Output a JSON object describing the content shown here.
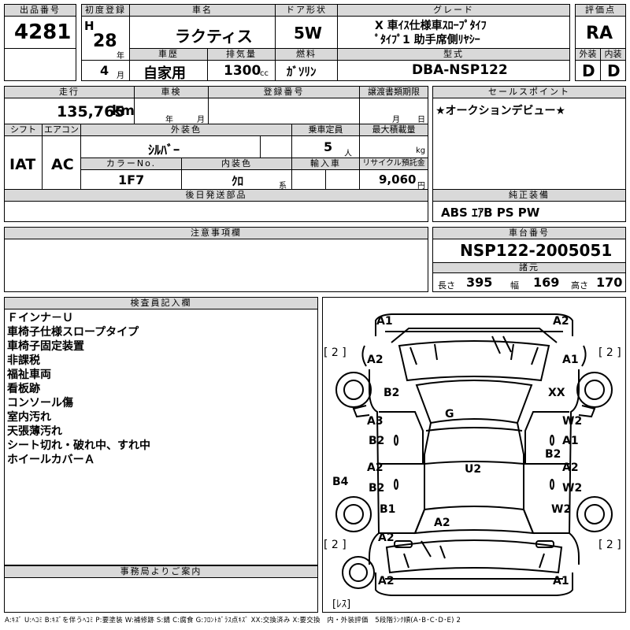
{
  "lot": {
    "label": "出品番号",
    "value": "4281"
  },
  "first_reg": {
    "label": "初度登録",
    "era": "H",
    "year": "28",
    "year_unit": "年",
    "month": "4",
    "month_unit": "月"
  },
  "car_name": {
    "label": "車名",
    "value": "ラクティス"
  },
  "doors": {
    "label": "ドア形状",
    "value": "5W"
  },
  "grade": {
    "label": "グレード",
    "line1": "X 車ｲｽ仕様車ｽﾛｰﾌﾟﾀｲﾌ",
    "line2": "ﾟﾀｲﾌﾟ1 助手席側ﾘﾔｼｰ"
  },
  "score": {
    "label": "評価点",
    "value": "RA"
  },
  "history": {
    "label": "車歴",
    "value": "自家用"
  },
  "displacement": {
    "label": "排気量",
    "value": "1300",
    "unit": "cc"
  },
  "fuel": {
    "label": "燃料",
    "value": "ｶﾞｿﾘﾝ"
  },
  "model": {
    "label": "型式",
    "value": "DBA-NSP122"
  },
  "exterior_grade": {
    "label": "外装",
    "value": "D"
  },
  "interior_grade": {
    "label": "内装",
    "value": "D"
  },
  "mileage": {
    "label": "走行",
    "value": "135,765",
    "unit": "km"
  },
  "inspection": {
    "label": "車検",
    "year_unit": "年",
    "month_unit": "月"
  },
  "registration": {
    "label": "登録番号"
  },
  "transfer": {
    "label": "譲渡書類期限",
    "month_unit": "月",
    "day_unit": "日"
  },
  "sales_point": {
    "label": "セールスポイント",
    "value": "★オークションデビュー★"
  },
  "shift": {
    "label": "シフト",
    "value": "IAT"
  },
  "aircon": {
    "label": "エアコン",
    "value": "AC"
  },
  "exterior_color": {
    "label": "外装色",
    "value": "ｼﾙﾊﾞｰ"
  },
  "capacity": {
    "label": "乗車定員",
    "value": "5",
    "unit": "人"
  },
  "max_load": {
    "label": "最大積載量",
    "unit": "kg"
  },
  "color_no": {
    "label": "カラーNo.",
    "value": "1F7"
  },
  "interior_color": {
    "label": "内装色",
    "value": "ｸﾛ",
    "unit": "系"
  },
  "import": {
    "label": "輸入車"
  },
  "recycle": {
    "label": "リサイクル預託金",
    "value": "9,060",
    "unit": "円"
  },
  "later_parts": {
    "label": "後日発送部品"
  },
  "genuine_equipment": {
    "label": "純正装備",
    "value": "ABS ｴｱB PS PW"
  },
  "notes": {
    "label": "注意事項欄"
  },
  "chassis": {
    "label": "車台番号",
    "value": "NSP122-2005051"
  },
  "specs": {
    "label": "諸元",
    "length_label": "長さ",
    "length": "395",
    "width_label": "幅",
    "width": "169",
    "height_label": "高さ",
    "height": "170"
  },
  "inspector": {
    "label": "検査員記入欄",
    "lines": [
      "Ｆインナ－Ｕ",
      "車椅子仕様スロープタイプ",
      "車椅子固定装置",
      "非課税",
      "福祉車両",
      "看板跡",
      "コンソール傷",
      "室内汚れ",
      "天張薄汚れ",
      "シート切れ・破れ中、すれ中",
      "ホイールカバーＡ"
    ]
  },
  "office": {
    "label": "事務局よりご案内"
  },
  "diagram": {
    "tires": [
      "[ 2 ]",
      "[ 2 ]",
      "[ 2 ]",
      "[ 2 ]"
    ],
    "spare": "[ﾚｽ]",
    "marks": [
      "A1",
      "A2",
      "A2",
      "A1",
      "B2",
      "XX",
      "G",
      "A3",
      "W2",
      "B2",
      "A1",
      "B2",
      "A2",
      "A2",
      "U2",
      "B2",
      "W2",
      "B4",
      "B1",
      "W2",
      "A2",
      "A2",
      "A2",
      "A1"
    ]
  },
  "legend": "A:ｷｽﾞ U:ﾍｺﾐ B:ｷｽﾞを伴うﾍｺﾐ P:要塗装 W:補修跡 S:錆 C:腐食 G:ﾌﾛﾝﾄｶﾞﾗｽ点ｷｽﾞ XX:交換済み X:要交換　内・外装評価　5段階ﾗﾝｸ順(A･B･C･D･E) 2"
}
